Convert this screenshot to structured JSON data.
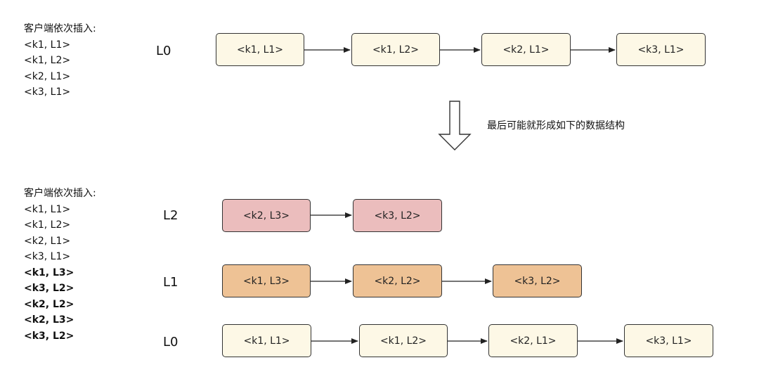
{
  "top": {
    "notes_title": "客户端依次插入:",
    "notes": [
      "<k1, L1>",
      "<k1, L2>",
      "<k2, L1>",
      "<k3, L1>"
    ],
    "level_label": "L0",
    "nodes": [
      "<k1, L1>",
      "<k1, L2>",
      "<k2, L1>",
      "<k3, L1>"
    ]
  },
  "transition": {
    "caption": "最后可能就形成如下的数据结构",
    "icon": "down-arrow-icon"
  },
  "bottom": {
    "notes_title": "客户端依次插入:",
    "notes": [
      "<k1, L1>",
      "<k1, L2>",
      "<k2, L1>",
      "<k3, L1>"
    ],
    "notes_bold": [
      "<k1, L3>",
      "<k3, L2>",
      "<k2, L2>",
      "<k2, L3>",
      "<k3, L2>"
    ],
    "levels": [
      {
        "label": "L2",
        "nodes": [
          "<k2, L3>",
          "<k3, L2>"
        ]
      },
      {
        "label": "L1",
        "nodes": [
          "<k1, L3>",
          "<k2, L2>",
          "<k3, L2>"
        ]
      },
      {
        "label": "L0",
        "nodes": [
          "<k1, L1>",
          "<k1, L2>",
          "<k2, L1>",
          "<k3, L1>"
        ]
      }
    ]
  },
  "colors": {
    "L0_fill": "#fdf8e6",
    "L1_fill": "#eec295",
    "L2_fill": "#ebbdbd",
    "border": "#333333"
  }
}
